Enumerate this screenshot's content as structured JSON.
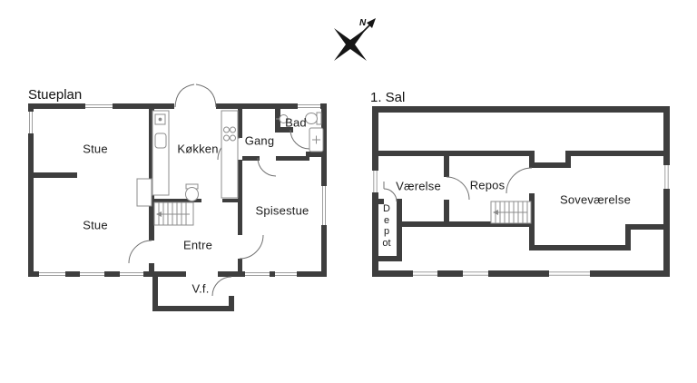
{
  "compass": {
    "north_label": "N"
  },
  "ground_floor": {
    "title": "Stueplan",
    "rooms": {
      "stue_top": "Stue",
      "koekken": "Køkken",
      "gang": "Gang",
      "bad": "Bad",
      "stue_bottom": "Stue",
      "spisestue": "Spisestue",
      "entre": "Entre",
      "vf": "V.f."
    }
  },
  "first_floor": {
    "title": "1. Sal",
    "rooms": {
      "vaerelse": "Værelse",
      "repos": "Repos",
      "sovevaerelse": "Soveværelse",
      "depot": "Depot"
    }
  },
  "colors": {
    "wall": "#3e3e3e",
    "thin_line": "#8c8c8c",
    "window_line": "#9e9e9e",
    "text": "#1c1c1c"
  }
}
